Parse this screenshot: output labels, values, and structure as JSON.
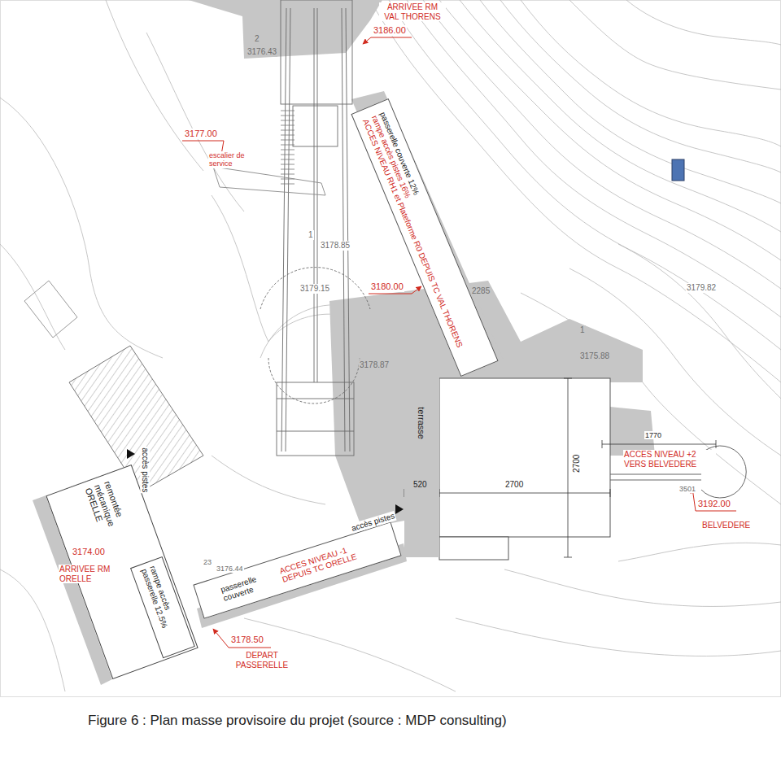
{
  "diagram": {
    "caption": "Figure 6 : Plan masse provisoire du projet (source : MDP consulting)",
    "nodes": [
      {
        "text": [
          "ACCES NIVEAU RH1 et Plateforme R0 DEPUIS TC VAL THORENS",
          "rampe accès pistes 16%",
          "passerelle couverte 12%"
        ]
      },
      {
        "text": [
          "terrasse"
        ]
      },
      {
        "text": [
          "remontée mécanique ORELLE"
        ]
      },
      {
        "text": [
          "rampe accès passerelle 12.5%"
        ],
        "in": 2
      },
      {
        "text": [
          "ACCES NIVEAU -1 DEPUIS TC ORELLE",
          "passerelle couverte"
        ]
      }
    ],
    "labels": [
      "ARRIVEE RM VAL THORENS",
      "3186.00",
      "3176.43",
      "2",
      "3177.00",
      "escalier de service",
      "1",
      "3178.85",
      "3179.15",
      "3180.00",
      "2285",
      "3178.87",
      "1",
      "3175.88",
      "3179.82",
      "520",
      "2700",
      "2700",
      "1770",
      "ACCES NIVEAU +2 VERS BELVEDERE",
      "3192.00",
      "BELVEDERE",
      "3501",
      "accès pistes",
      "3174.00",
      "ARRIVEE RM ORELLE",
      "accès pistes",
      "23",
      "3176.44",
      "3178.50",
      "DEPART PASSERELLE"
    ]
  }
}
